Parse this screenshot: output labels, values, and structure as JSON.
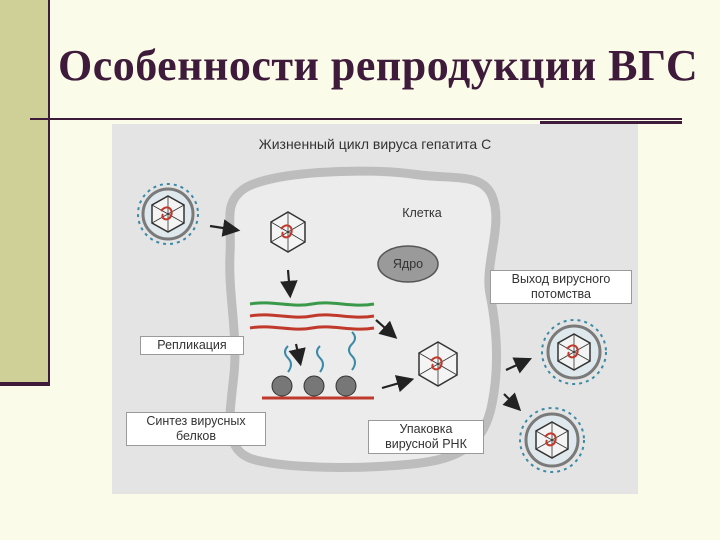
{
  "slide": {
    "title": "Особенности репродукции  ВГС"
  },
  "figure": {
    "title": "Жизненный цикл вируса гепатита С",
    "labels": {
      "cell": "Клетка",
      "nucleus": "Ядро",
      "release": [
        "Выход вирусного",
        "потомства"
      ],
      "replication": "Репликация",
      "synthesis": [
        "Синтез вирусных",
        "белков"
      ],
      "packaging": [
        "Упаковка",
        "вирусной РНК"
      ]
    }
  },
  "colors": {
    "slide_background": "#fbfbe9",
    "left_bar": "#cfcf98",
    "title": "#3e1b3b",
    "cell_fill": "#ececec",
    "cell_border": "#bdbdbd",
    "nucleus": "#9a9a9a",
    "virus_spikes": "#3a8aa8",
    "rna_green": "#3a9a4a",
    "rna_red": "#c0392b"
  }
}
